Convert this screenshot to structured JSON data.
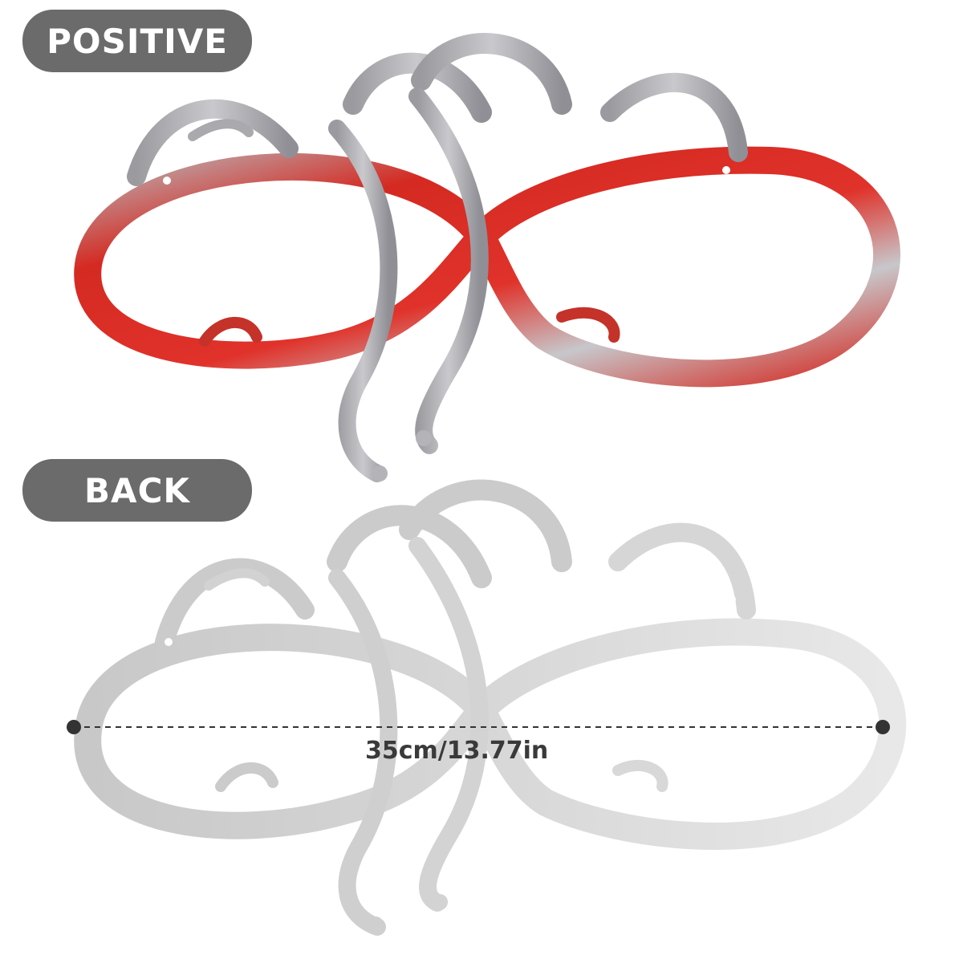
{
  "labels": {
    "positive": "POSITIVE",
    "back": "BACK"
  },
  "measurement": {
    "text": "35cm/13.77in"
  },
  "colors": {
    "pill": "#6b6b6b",
    "red": "#d42a22",
    "silver": "#a8a8ad",
    "back_silver": "#cfcfcf",
    "measure_line": "#333333"
  },
  "icons": {
    "front_art": "infinity-double-heart-icon",
    "back_art": "infinity-double-heart-icon"
  }
}
